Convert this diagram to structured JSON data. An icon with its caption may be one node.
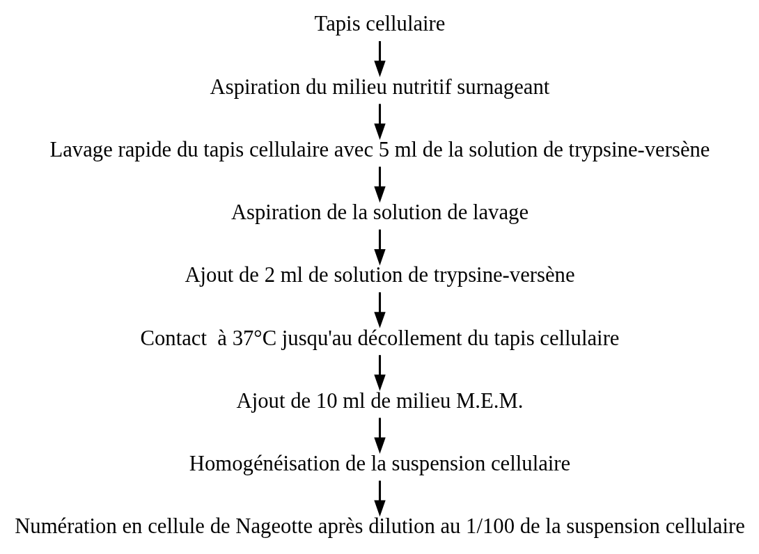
{
  "diagram": {
    "nodes": [
      {
        "text": [
          "Tapis cellulaire"
        ]
      },
      {
        "text": [
          "Aspiration du milieu nutritif surnageant"
        ]
      },
      {
        "text": [
          "Lavage rapide du tapis cellulaire avec 5 ml de la solution de trypsine-versène"
        ]
      },
      {
        "text": [
          "Aspiration de la solution de lavage"
        ]
      },
      {
        "text": [
          "Ajout de 2 ml de solution de trypsine-versène"
        ]
      },
      {
        "text": [
          "Contact  à 37°C jusqu'au décollement du tapis cellulaire"
        ]
      },
      {
        "text": [
          "Ajout de 10 ml de milieu M.E.M."
        ]
      },
      {
        "text": [
          "Homogénéisation de la suspension cellulaire"
        ]
      },
      {
        "text": [
          "Numération en cellule de Nageotte après dilution au 1/100 de la suspension cellulaire"
        ]
      }
    ],
    "edges": [
      {
        "from": 0,
        "to": 1,
        "arrow": "to"
      },
      {
        "from": 1,
        "to": 2,
        "arrow": "to"
      },
      {
        "from": 2,
        "to": 3,
        "arrow": "to"
      },
      {
        "from": 3,
        "to": 4,
        "arrow": "to"
      },
      {
        "from": 4,
        "to": 5,
        "arrow": "to"
      },
      {
        "from": 5,
        "to": 6,
        "arrow": "to"
      },
      {
        "from": 6,
        "to": 7,
        "arrow": "to"
      },
      {
        "from": 7,
        "to": 8,
        "arrow": "to"
      }
    ]
  }
}
